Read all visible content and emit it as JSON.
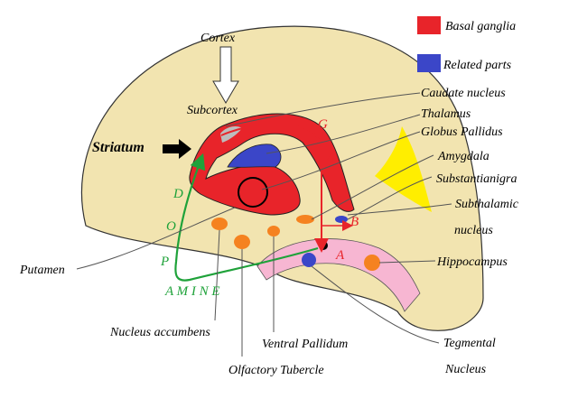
{
  "legend": [
    {
      "label": "Basal ganglia",
      "color": "#e8242a"
    },
    {
      "label": "Related parts",
      "color": "#3b46c8"
    }
  ],
  "labels": {
    "cortex": "Cortex",
    "subcortex": "Subcortex",
    "striatum": "Striatum",
    "caudate": "Caudate nucleus",
    "thalamus": "Thalamus",
    "globus_pallidus": "Globus Pallidus",
    "amygdala": "Amygdala",
    "substantia_nigra": "Substantianigra",
    "subthalamic_1": "Subthalamic",
    "subthalamic_2": "nucleus",
    "hippocampus": "Hippocampus",
    "putamen": "Putamen",
    "nucleus_accumbens": "Nucleus accumbens",
    "ventral_pallidum": "Ventral Pallidum",
    "olfactory_tubercle": "Olfactory Tubercle",
    "tegmental_1": "Tegmental",
    "tegmental_2": "Nucleus"
  },
  "pathway_letters": {
    "gaba_g": "G",
    "gaba_a1": "A",
    "gaba_b": "B",
    "gaba_a2": "A",
    "dopamine_d": "D",
    "dopamine_o": "O",
    "dopamine_p": "P",
    "dopamine_amine": "A M I N E"
  },
  "colors": {
    "brain": "#f2e4b0",
    "basal_ganglia": "#e8242a",
    "related": "#3b46c8",
    "yellow_region": "#ffee00",
    "orange_nuclei": "#f58220",
    "hippocampus_pink": "#f7b6d2",
    "dopamine_path": "#1fa23a",
    "gaba_path": "#e8242a"
  }
}
